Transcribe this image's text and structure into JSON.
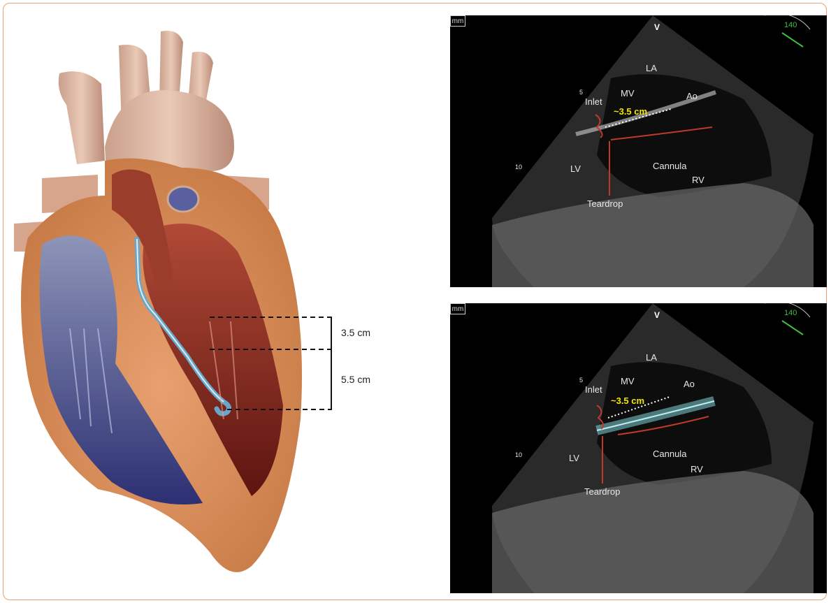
{
  "illustration": {
    "scale_top": "3.5 cm",
    "scale_bottom": "5.5 cm"
  },
  "echo_panels": [
    {
      "mm_label": "mm",
      "v_label": "V",
      "angle": "140",
      "depth_5": "5",
      "depth_10": "10",
      "labels": {
        "la": "LA",
        "mv": "MV",
        "ao": "Ao",
        "inlet": "Inlet",
        "lv": "LV",
        "cannula": "Cannula",
        "rv": "RV",
        "teardrop": "Teardrop"
      },
      "measurement": "~3.5 cm"
    },
    {
      "mm_label": "mm",
      "v_label": "V",
      "angle": "140",
      "depth_5": "5",
      "depth_10": "10",
      "labels": {
        "la": "LA",
        "mv": "MV",
        "ao": "Ao",
        "inlet": "Inlet",
        "lv": "LV",
        "cannula": "Cannula",
        "rv": "RV",
        "teardrop": "Teardrop"
      },
      "measurement": "~3.5 cm"
    }
  ],
  "colors": {
    "frame_border": "#e7a07a",
    "measurement": "#f2e600",
    "annotation_red": "#c0392b",
    "cannula_overlay": "#7fd3d8"
  }
}
